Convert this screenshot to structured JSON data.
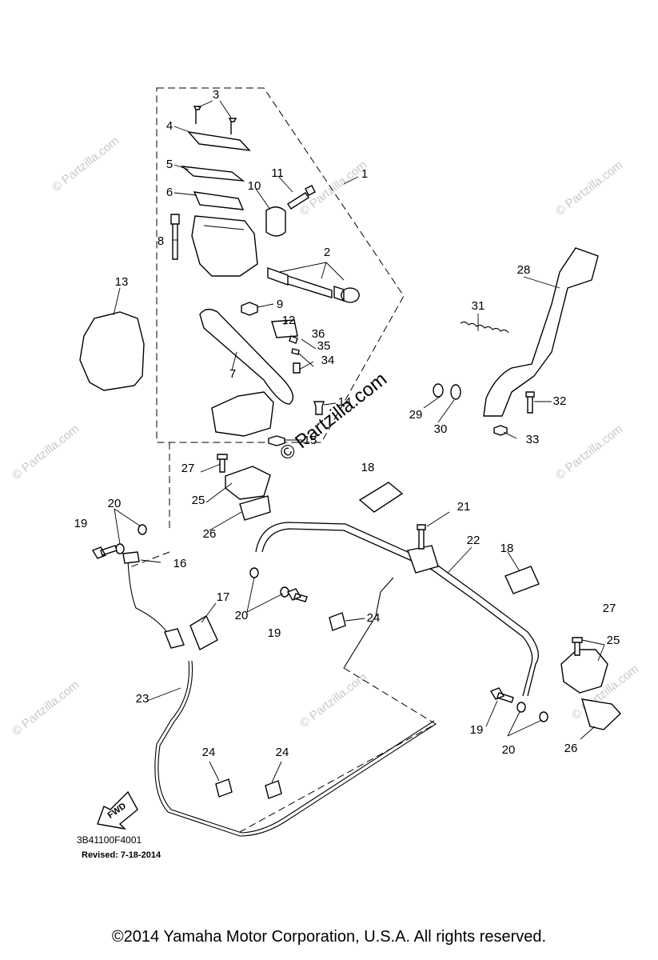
{
  "diagram": {
    "callouts": [
      "1",
      "2",
      "3",
      "4",
      "5",
      "6",
      "7",
      "8",
      "9",
      "10",
      "11",
      "12",
      "13",
      "14",
      "15",
      "16",
      "17",
      "18",
      "18",
      "19",
      "19",
      "19",
      "20",
      "20",
      "20",
      "21",
      "22",
      "23",
      "24",
      "24",
      "24",
      "25",
      "25",
      "26",
      "26",
      "27",
      "27",
      "28",
      "29",
      "30",
      "31",
      "32",
      "33",
      "34",
      "35",
      "36"
    ],
    "fwd_label": "FWD",
    "watermark": "© Partzilla.com",
    "center_watermark": "© Partzilla.com",
    "diagram_code": "3B41100F4001",
    "revised": "Revised: 7-18-2014"
  },
  "footer": {
    "copyright": "©2014 Yamaha Motor Corporation, U.S.A. All rights reserved."
  }
}
